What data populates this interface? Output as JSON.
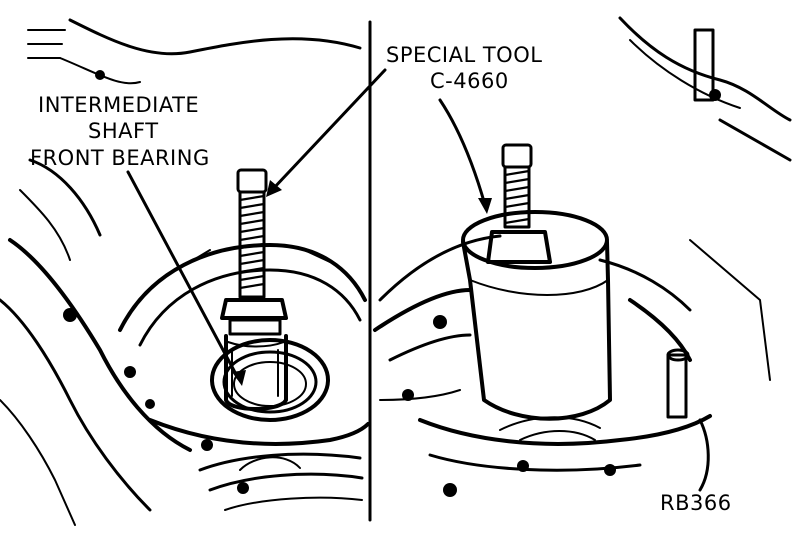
{
  "labels": {
    "part_line1": "INTERMEDIATE",
    "part_line2": "SHAFT",
    "part_line3": "FRONT BEARING",
    "tool_line1": "SPECIAL TOOL",
    "tool_line2": "C-4660",
    "figure_code": "RB366"
  }
}
